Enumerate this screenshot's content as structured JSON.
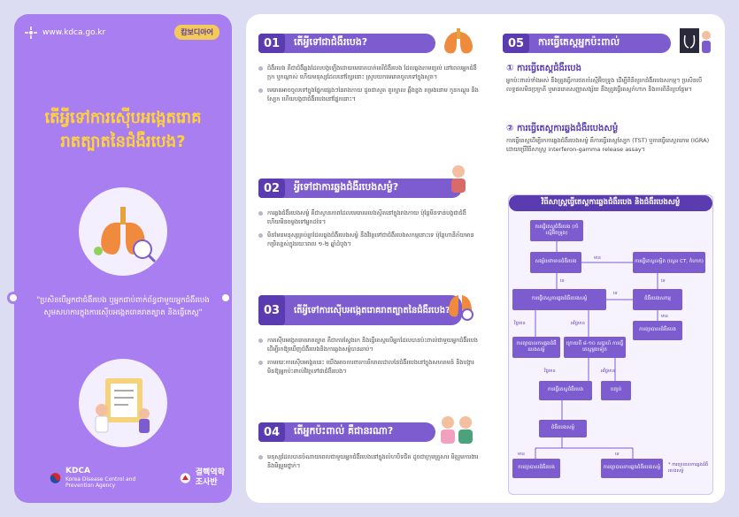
{
  "cover": {
    "url": "www.kdca.go.kr",
    "language_badge": "캄보디아어",
    "title": "តើអ្វីទៅការស៊ើបអង្កេតរោគរាតត្បាតនៃជំងឺរបេង?",
    "quote": "\"ប្រសិនបើអ្នកជាជំងឺរបេង ឬអ្នកជាប់ពាក់ព័ន្ធជាមួយអ្នកជំងឺរបេង សូមសហការក្នុងការស៊ើបអង្កេតរោគរាតត្បាត និងធ្វើតេស្ត\"",
    "logo_kdca_name": "KDCA",
    "logo_kdca_sub": "Korea Disease Control and Prevention Agency",
    "logo_survey_name": "결핵역학조사반",
    "colors": {
      "panel": "#a87ef0",
      "title": "#ffd23a",
      "accent": "#5b3cb0"
    }
  },
  "sections": [
    {
      "number": "01",
      "title": "តើអ្វីទៅជាជំងឺរបេង?",
      "bullets": [
        "ជំងឺរបេង គឺជាជំងឺឆ្លងដែលបង្កឡើងដោយមេរោគបាក់តេរីជំងឺរបេង ដែលឆ្លងតាមខ្យល់ នៅពេលអ្នកជំងឺក្អក ឬកណ្តាស់ ហើយមនុស្សដែលនៅក្បែរនោះ ស្រូបយកមេរោគចូលទៅក្នុងសួត។",
        "មេរោគអាចចូលទៅក្នុងផ្នែកផ្សេងៗនៃរាងកាយ ដូចជាសួត ខួរក្បាល ឆ្អឹងខ្នង តម្រងនោម កូនកណ្តុរ និងស្បែក ហើយបង្កជាជំងឺរបេងនៅផ្នែកនោះ។"
      ]
    },
    {
      "number": "02",
      "title": "អ្វីទៅជាការឆ្លងជំងឺរបេងសម្ងំ?",
      "bullets": [
        "ការឆ្លងជំងឺរបេងសម្ងំ គឺជាស្ថានភាពដែលមេរោគរបេងស្ថិតនៅក្នុងរាងកាយ ប៉ុន្តែមិនទាន់បង្កជាជំងឺ ហើយមិនចម្លងទៅអ្នកដទៃ។",
        "មិនមែនមនុស្សគ្រប់គ្នាដែលឆ្លងជំងឺរបេងសម្ងំ នឹងវិវត្តទៅជាជំងឺរបេងសកម្មនោះទេ ប៉ុន្តែហានិភ័យមានកម្រិតខ្ពស់ក្នុងរយៈពេល ១-២ ឆ្នាំដំបូង។"
      ]
    },
    {
      "number": "03",
      "title": "តើអ្វីទៅការស៊ើបអង្កេតរោគរាតត្បាតនៃជំងឺរបេង?",
      "bullets": [
        "ការស៊ើបអង្កេតរោគរាតត្បាត គឺជាការស្វែងរក និងធ្វើតេស្តលើអ្នកដែលបានប៉ះពាល់ជាមួយអ្នកជំងឺរបេង ដើម្បីរកឱ្យឃើញជំងឺរបេងនិងការឆ្លងសម្ងំបានឆាប់។",
        "តាមរយៈការស៊ើបអង្កេតនេះ យើងអាចការពារការរីករាលដាលនៃជំងឺរបេងនៅក្នុងសហគមន៍ និងបង្ការមិនឱ្យអ្នកប៉ះពាល់វិវត្តទៅជាជំងឺរបេង។"
      ]
    },
    {
      "number": "04",
      "title": "តើអ្នកប៉ះពាល់ គឺជានរណា?",
      "bullets": [
        "មនុស្សដែលបានចំណាយពេលជាមួយអ្នកជំងឺរបេងនៅក្នុងលំហបិទជិត ដូចជាក្រុមគ្រួសារ មិត្តរួមការងារ និងមិត្តរួមថ្នាក់។"
      ]
    },
    {
      "number": "05",
      "title": "ការធ្វើតេស្តអ្នកប៉ះពាល់",
      "subsections": [
        {
          "title": "① ការធ្វើតេស្តជំងឺរបេង",
          "text": "អ្នកប៉ះពាល់ទាំងអស់ នឹងត្រូវធ្វើការថតកាំរស្មីអ៊ិចទ្រូង ដើម្បីពិនិត្យរកជំងឺរបេងសកម្ម។ ប្រសិនបើលទ្ធផលមិនប្រក្រតី ឬមានរោគសញ្ញាសង្ស័យ នឹងត្រូវធ្វើតេស្តកំហាក និងការពិនិត្យបន្ថែម។"
        },
        {
          "title": "② ការធ្វើតេស្តការឆ្លងជំងឺរបេងសម្ងំ",
          "text": "ការធ្វើតេស្តដើម្បីរកការឆ្លងជំងឺរបេងសម្ងំ គឺការធ្វើតេស្តស្បែក (TST) ឬការធ្វើតេស្តឈាម (IGRA) ដោយប្រើវិធីសាស្ត្រ interferon-gamma release assay។"
        }
      ]
    }
  ],
  "flowchart": {
    "title": "វិធីសាស្ត្រធ្វើតេស្តការឆ្លងជំងឺរបេង និងជំងឺរបេងសម្ងំ",
    "nodes": {
      "n1": "ការធ្វើតេស្តជំងឺរបេង (កាំរស្មីអ៊ិចទ្រូង)",
      "n2": "សង្ស័យថាមានជំងឺរបេង",
      "n3": "ការធ្វើតេស្តលម្អិត (ស្កេន CT, កំហាក)",
      "n4": "ការធ្វើតេស្តការឆ្លងជំងឺរបេងសម្ងំ",
      "n5": "ជំងឺរបេងសកម្ម",
      "n6": "ការព្យាបាលជំងឺរបេង",
      "n7": "ការព្យាបាលការឆ្លងជំងឺរបេងសម្ងំ",
      "n8": "ក្រោយពី ៨-១០ សប្តាហ៍ ការធ្វើតេស្តម្តងទៀត",
      "n9": "ការធ្វើតេស្តជំងឺរបេង",
      "n10": "បញ្ចប់",
      "n11": "ជំងឺរបេងសម្ងំ",
      "n12": "ការព្យាបាលជំងឺរបេង",
      "n13": "ការព្យាបាលការឆ្លងជំងឺរបេងសម្ងំ"
    },
    "edge_labels": {
      "yes": "មាន",
      "no": "ទេ",
      "positive": "វិជ្ជមាន",
      "negative": "អវិជ្ជមាន"
    },
    "note": "* ការព្យាបាលការឆ្លងជំងឺរបេងសម្ងំ"
  }
}
